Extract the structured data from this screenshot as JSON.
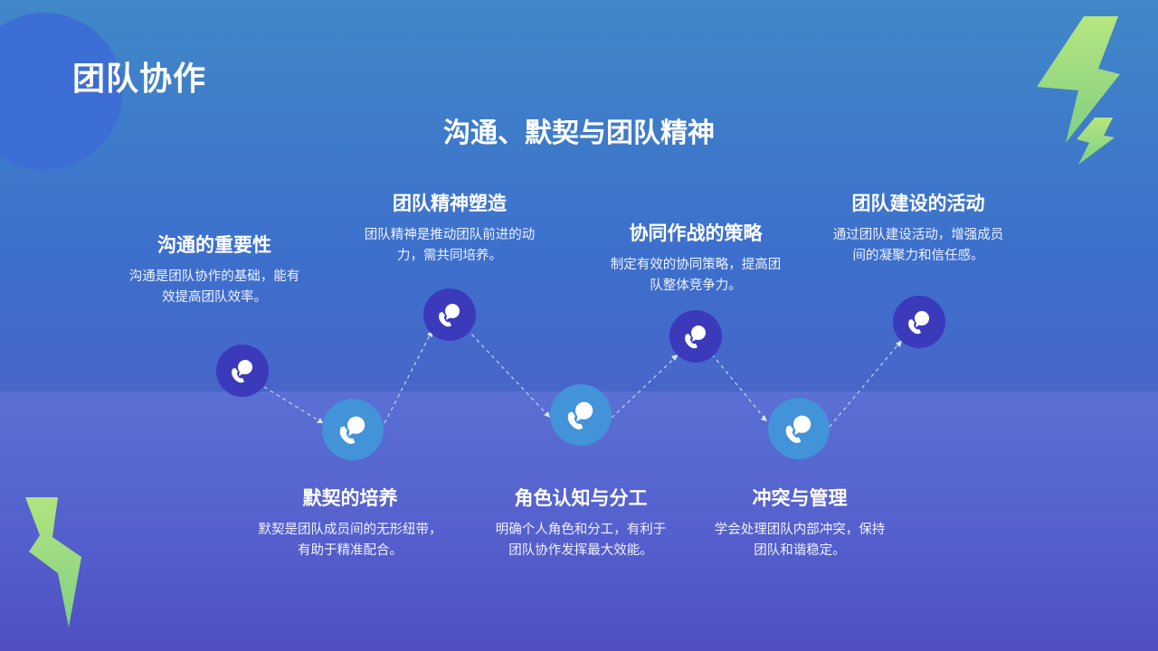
{
  "slide": {
    "title": "团队协作",
    "subtitle": "沟通、默契与团队精神"
  },
  "steps": [
    {
      "title": "沟通的重要性",
      "desc_lines": [
        "沟通是团队协作的基础，能有",
        "效提高团队效率。"
      ]
    },
    {
      "title": "默契的培养",
      "desc_lines": [
        "默契是团队成员间的无形纽带，",
        "有助于精准配合。"
      ]
    },
    {
      "title": "团队精神塑造",
      "desc_lines": [
        "团队精神是推动团队前进的动",
        "力，需共同培养。"
      ]
    },
    {
      "title": "角色认知与分工",
      "desc_lines": [
        "明确个人角色和分工，有利于",
        "团队协作发挥最大效能。"
      ]
    },
    {
      "title": "协同作战的策略",
      "desc_lines": [
        "制定有效的协同策略，提高团",
        "队整体竞争力。"
      ]
    },
    {
      "title": "冲突与管理",
      "desc_lines": [
        "学会处理团队内部冲突，保持",
        "团队和谐稳定。"
      ]
    },
    {
      "title": "团队建设的活动",
      "desc_lines": [
        "通过团队建设活动，增强成员",
        "间的凝聚力和信任感。"
      ]
    }
  ],
  "icons": {
    "node": "phone-chat-icon",
    "decoration": "lightning-bolt-icon"
  },
  "colors": {
    "background_top": "#4088c8",
    "background_bottom": "#4e55c2",
    "node_dark": "#3b3aba",
    "node_light": "#4393d8",
    "bolt_green": "#a5e07a",
    "text": "#ffffff"
  }
}
